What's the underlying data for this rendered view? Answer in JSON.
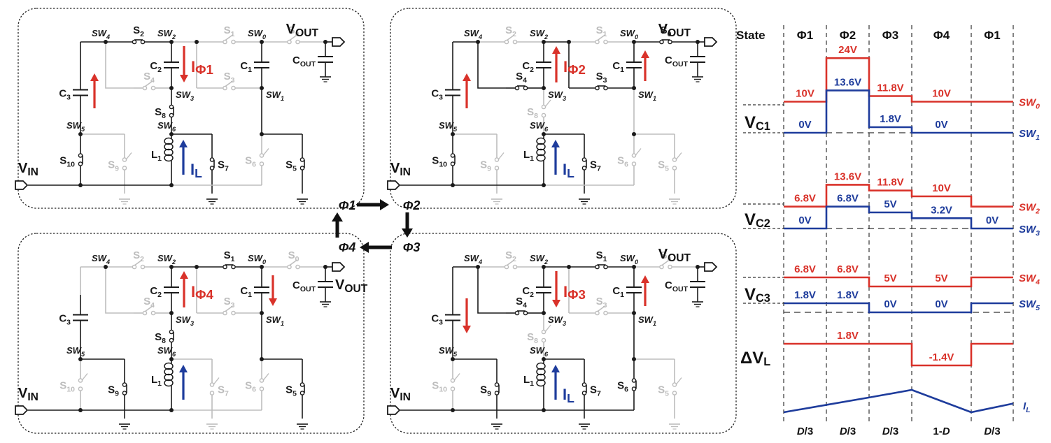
{
  "figure": {
    "labels": {
      "vin": "V",
      "vin_sub": "IN",
      "vout": "V",
      "vout_sub": "OUT",
      "cout": "C",
      "cout_sub": "OUT",
      "inductor": "L",
      "inductor_sub": "1",
      "il": "I",
      "il_sub": "L"
    },
    "colors": {
      "active": "#1a1a1a",
      "inactive": "#bdbdbd",
      "current_red": "#d9322a",
      "current_blue": "#1e3c9c",
      "border": "#222222"
    },
    "nodes": [
      "SW4",
      "SW2",
      "SW0",
      "SW3",
      "SW1",
      "SW5",
      "SW6"
    ],
    "node_labels": {
      "SW4": [
        "SW",
        "4"
      ],
      "SW2": [
        "SW",
        "2"
      ],
      "SW0": [
        "SW",
        "0"
      ],
      "SW3": [
        "SW",
        "3"
      ],
      "SW1": [
        "SW",
        "1"
      ],
      "SW5": [
        "SW",
        "5"
      ],
      "SW6": [
        "SW",
        "6"
      ]
    },
    "switch_labels": {
      "S0": [
        "S",
        "0"
      ],
      "S1": [
        "S",
        "1"
      ],
      "S2": [
        "S",
        "2"
      ],
      "S3": [
        "S",
        "3"
      ],
      "S4": [
        "S",
        "4"
      ],
      "S5": [
        "S",
        "5"
      ],
      "S6": [
        "S",
        "6"
      ],
      "S7": [
        "S",
        "7"
      ],
      "S8": [
        "S",
        "8"
      ],
      "S9": [
        "S",
        "9"
      ],
      "S10": [
        "S",
        "10"
      ]
    },
    "cap_labels": {
      "C1": [
        "C",
        "1"
      ],
      "C2": [
        "C",
        "2"
      ],
      "C3": [
        "C",
        "3"
      ]
    },
    "phases": [
      {
        "id": "phi1",
        "name": "Φ1",
        "panel": "top-left",
        "vout_position": "top",
        "current_label": "I",
        "current_sub": "Φ1",
        "closed_switches": [
          "S2",
          "S8",
          "S10",
          "S7",
          "S5"
        ],
        "active_segments": [
          "top_sw4_s2",
          "top_s2_sw2",
          "sw2_sw3_c2",
          "sw4_left_c3",
          "c3_sw5",
          "sw3_sw6",
          "sw6_l1",
          "l1_gnd_bus",
          "sw5_s10",
          "s10_vin",
          "vin_bus_left",
          "sw6_s7",
          "s7_gnd",
          "c1_col",
          "sw1_down",
          "sw1_s5",
          "s5_gnd",
          "vout_node",
          "cout"
        ],
        "arrows": {
          "C1": "none",
          "C2": "down",
          "C3": "up",
          "IL": "up"
        },
        "show_il_label": true
      },
      {
        "id": "phi2",
        "name": "Φ2",
        "panel": "top-right",
        "vout_position": "top",
        "current_label": "I",
        "current_sub": "Φ2",
        "closed_switches": [
          "S0",
          "S4",
          "S3",
          "S10",
          "S7"
        ],
        "active_segments": [
          "sw4_left_c3",
          "c3_sw5",
          "sw4_to_s4",
          "s4_to_sw3",
          "sw2_sw3_c2",
          "sw2_stub_right",
          "sw2_stub_down",
          "stub_s3",
          "s3_sw1",
          "c1_col",
          "sw0_s0",
          "s0_vout",
          "vout_node",
          "cout",
          "sw6_l1",
          "l1_gnd_bus",
          "sw5_s10",
          "s10_vin",
          "vin_bus_left",
          "sw6_s7",
          "s7_gnd"
        ],
        "arrows": {
          "C1": "up",
          "C2": "up",
          "C3": "up",
          "IL": "up"
        },
        "show_il_label": true
      },
      {
        "id": "phi3",
        "name": "Φ3",
        "panel": "bottom-right",
        "vout_position": "top",
        "current_label": "I",
        "current_sub": "Φ3",
        "closed_switches": [
          "S1",
          "S4",
          "S9",
          "S7",
          "S6"
        ],
        "active_segments": [
          "sw4_left_c3",
          "c3_sw5",
          "sw4_to_s4",
          "s4_to_sw3",
          "sw2_sw3_c2",
          "sw2_s1",
          "s1_sw0",
          "c1_col",
          "sw1_down",
          "sw1_s6",
          "s6_bus",
          "vin_bus_full",
          "sw5_s9",
          "s9_gnd",
          "sw6_l1",
          "l1_gnd_bus",
          "sw6_s7",
          "s7_gnd",
          "vout_node",
          "cout"
        ],
        "arrows": {
          "C1": "up",
          "C2": "down",
          "C3": "down",
          "IL": "up"
        },
        "show_il_label": true
      },
      {
        "id": "phi4",
        "name": "Φ4",
        "panel": "bottom-left",
        "vout_position": "side",
        "current_label": "I",
        "current_sub": "Φ4",
        "closed_switches": [
          "S1",
          "S8",
          "S9",
          "S5"
        ],
        "active_segments": [
          "c3_sw5",
          "sw2_sw3_c2",
          "sw2_s1",
          "s1_sw0",
          "c1_col",
          "sw1_down",
          "sw1_s5",
          "s5_gnd",
          "sw3_sw6",
          "sw6_l1",
          "l1_gnd_bus",
          "vin_bus_left",
          "sw5_s9",
          "s9_gnd",
          "vout_node",
          "cout"
        ],
        "arrows": {
          "C1": "down",
          "C2": "up",
          "C3": "none",
          "IL": "up"
        },
        "show_il_label": false
      }
    ],
    "cycle": [
      "Φ1",
      "Φ2",
      "Φ3",
      "Φ4"
    ]
  },
  "chart_data": {
    "type": "line",
    "title": "",
    "header_label": "State",
    "states": [
      "Φ1",
      "Φ2",
      "Φ3",
      "Φ4",
      "Φ1"
    ],
    "durations": [
      "D/3",
      "D/3",
      "D/3",
      "1-D",
      "D/3"
    ],
    "duration_parts": [
      [
        "D",
        "/3"
      ],
      [
        "D",
        "/3"
      ],
      [
        "D",
        "/3"
      ],
      [
        "1-",
        "D"
      ],
      [
        "D",
        "/3"
      ]
    ],
    "groups": [
      {
        "name": "VC1",
        "label": "V",
        "label_sub": "C1",
        "series": [
          {
            "name": "SW0",
            "label": "SW",
            "sub": "0",
            "color": "#d9322a",
            "values": [
              10,
              24,
              11.8,
              10,
              10
            ],
            "annotations": [
              "10V",
              "24V",
              "11.8V",
              "10V",
              ""
            ]
          },
          {
            "name": "SW1",
            "label": "SW",
            "sub": "1",
            "color": "#1e3c9c",
            "values": [
              0,
              13.6,
              1.8,
              0,
              0
            ],
            "annotations": [
              "0V",
              "13.6V",
              "1.8V",
              "0V",
              ""
            ]
          }
        ]
      },
      {
        "name": "VC2",
        "label": "V",
        "label_sub": "C2",
        "series": [
          {
            "name": "SW2",
            "label": "SW",
            "sub": "2",
            "color": "#d9322a",
            "values": [
              6.8,
              13.6,
              11.8,
              10,
              6.8
            ],
            "annotations": [
              "6.8V",
              "13.6V",
              "11.8V",
              "10V",
              ""
            ]
          },
          {
            "name": "SW3",
            "label": "SW",
            "sub": "3",
            "color": "#1e3c9c",
            "values": [
              0,
              6.8,
              5,
              3.2,
              0
            ],
            "annotations": [
              "0V",
              "6.8V",
              "5V",
              "3.2V",
              "0V"
            ]
          }
        ]
      },
      {
        "name": "VC3",
        "label": "V",
        "label_sub": "C3",
        "series": [
          {
            "name": "SW4",
            "label": "SW",
            "sub": "4",
            "color": "#d9322a",
            "values": [
              6.8,
              6.8,
              5,
              5,
              6.8
            ],
            "annotations": [
              "6.8V",
              "6.8V",
              "5V",
              "5V",
              ""
            ]
          },
          {
            "name": "SW5",
            "label": "SW",
            "sub": "5",
            "color": "#1e3c9c",
            "values": [
              1.8,
              1.8,
              0,
              0,
              1.8
            ],
            "annotations": [
              "1.8V",
              "1.8V",
              "0V",
              "0V",
              ""
            ]
          }
        ]
      },
      {
        "name": "dVL",
        "label": "ΔV",
        "label_sub": "L",
        "series": [
          {
            "name": "dVL",
            "label": "",
            "sub": "",
            "color": "#d9322a",
            "values": [
              1.8,
              1.8,
              1.8,
              -1.4,
              1.8
            ],
            "annotations": [
              "",
              "1.8V",
              "",
              "-1.4V",
              ""
            ]
          }
        ]
      }
    ],
    "inductor_current": {
      "name": "IL",
      "label": "I",
      "sub": "L",
      "color": "#1e3c9c",
      "boundary_values_normalized": [
        0,
        0.33,
        0.66,
        1.0,
        0,
        0.39
      ]
    }
  }
}
